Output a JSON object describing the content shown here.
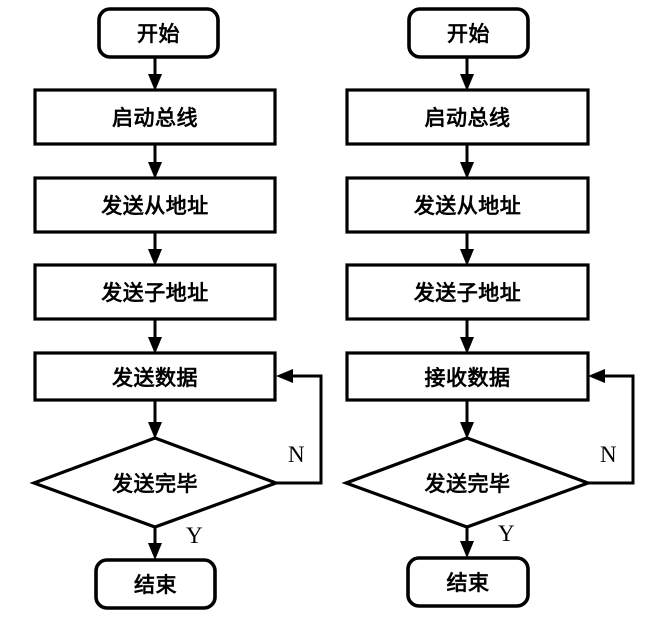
{
  "figure": {
    "type": "flowchart",
    "background_color": "#ffffff",
    "stroke_color": "#000000",
    "orientation": "two side-by-side vertical flowcharts"
  },
  "charts": [
    {
      "id": "left",
      "name": "send-data-flowchart",
      "nodes": [
        {
          "id": "l-start",
          "shape": "terminal",
          "label": "开始"
        },
        {
          "id": "l-step1",
          "shape": "process",
          "label": "启动总线"
        },
        {
          "id": "l-step2",
          "shape": "process",
          "label": "发送从地址"
        },
        {
          "id": "l-step3",
          "shape": "process",
          "label": "发送子地址"
        },
        {
          "id": "l-step4",
          "shape": "process",
          "label": "发送数据"
        },
        {
          "id": "l-decision",
          "shape": "decision",
          "label": "发送完毕"
        },
        {
          "id": "l-end",
          "shape": "terminal",
          "label": "结束"
        }
      ],
      "branch_labels": {
        "no": "N",
        "yes": "Y"
      }
    },
    {
      "id": "right",
      "name": "receive-data-flowchart",
      "nodes": [
        {
          "id": "r-start",
          "shape": "terminal",
          "label": "开始"
        },
        {
          "id": "r-step1",
          "shape": "process",
          "label": "启动总线"
        },
        {
          "id": "r-step2",
          "shape": "process",
          "label": "发送从地址"
        },
        {
          "id": "r-step3",
          "shape": "process",
          "label": "发送子地址"
        },
        {
          "id": "r-step4",
          "shape": "process",
          "label": "接收数据"
        },
        {
          "id": "r-decision",
          "shape": "decision",
          "label": "发送完毕"
        },
        {
          "id": "r-end",
          "shape": "terminal",
          "label": "结束"
        }
      ],
      "branch_labels": {
        "no": "N",
        "yes": "Y"
      }
    }
  ]
}
